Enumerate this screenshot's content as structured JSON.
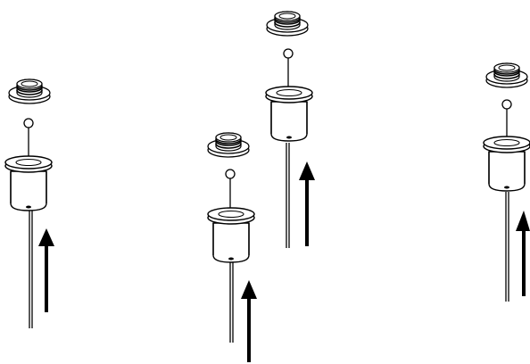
{
  "diagram": {
    "line_color": "#000000",
    "fill_color": "#ffffff",
    "assemblies": [
      {
        "id": 1,
        "arrow_direction": "up"
      },
      {
        "id": 2,
        "arrow_direction": "up"
      },
      {
        "id": 3,
        "arrow_direction": "up"
      },
      {
        "id": 4,
        "arrow_direction": "up"
      }
    ]
  }
}
